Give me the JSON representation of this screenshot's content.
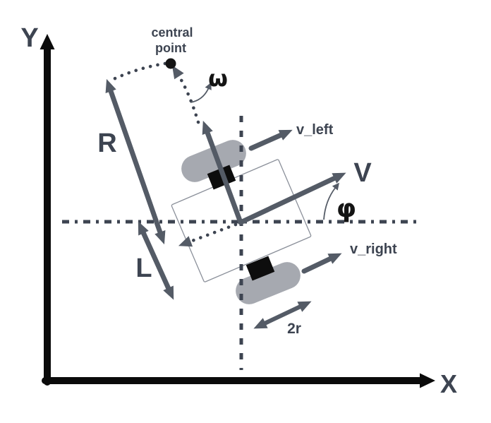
{
  "labels": {
    "y_axis": "Y",
    "x_axis": "X",
    "central_point_line1": "central",
    "central_point_line2": "point",
    "omega": "ω",
    "radius": "R",
    "wheelbase": "L",
    "velocity": "V",
    "phi": "φ",
    "v_left": "v_left",
    "v_right": "v_right",
    "wheel_diameter": "2r"
  },
  "colors": {
    "background": "#ffffff",
    "axis": "#0b0b0b",
    "arrow": "#545b66",
    "label": "#3d4451",
    "greek": "#141414",
    "wheel": "#a6a9b0",
    "hub": "#0d0d0d",
    "outline": "#8b909a"
  }
}
